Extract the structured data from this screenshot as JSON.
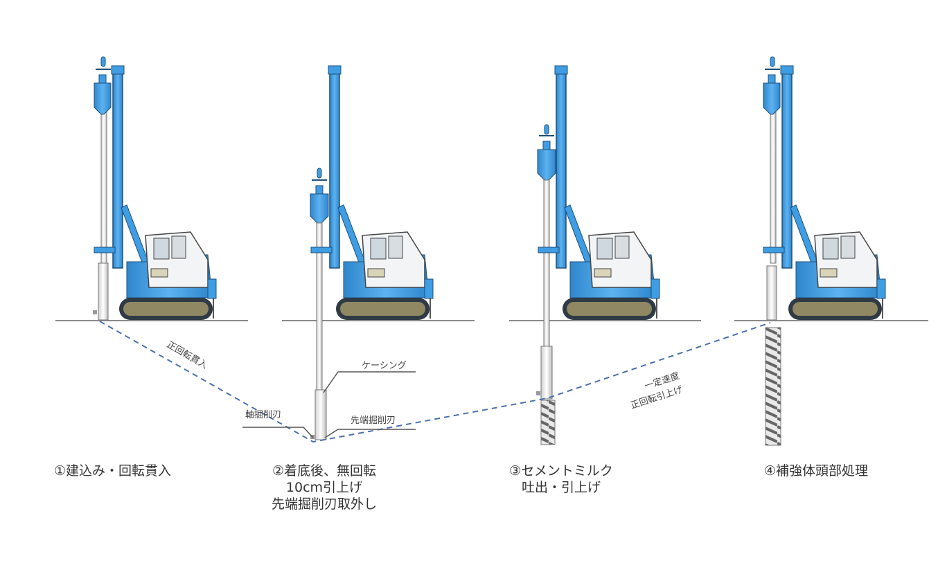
{
  "colors": {
    "rig_blue": "#3f9de3",
    "rig_outline": "#1f4f7a",
    "cab_white": "#f2f4f6",
    "track_khaki": "#8f8863",
    "ground": "#8a8a8a",
    "path_dash": "#4a6fae",
    "spiral": "#777777"
  },
  "stages": [
    {
      "label": "①建込み・回転貫入"
    },
    {
      "label_lines": [
        "②着底後、無回転",
        "10cm引上げ",
        "先端掘削刃取外し"
      ]
    },
    {
      "label_lines": [
        "③セメントミルク",
        "吐出・引上げ"
      ]
    },
    {
      "label": "④補強体頭部処理"
    }
  ],
  "annotations": {
    "forward_penetration": "正回転貫入",
    "casing": "ケーシング",
    "shaft_blade": "軸掘削刃",
    "tip_blade": "先端掘削刃",
    "constant_speed_1": "一定速度",
    "constant_speed_2": "正回転引上げ"
  }
}
